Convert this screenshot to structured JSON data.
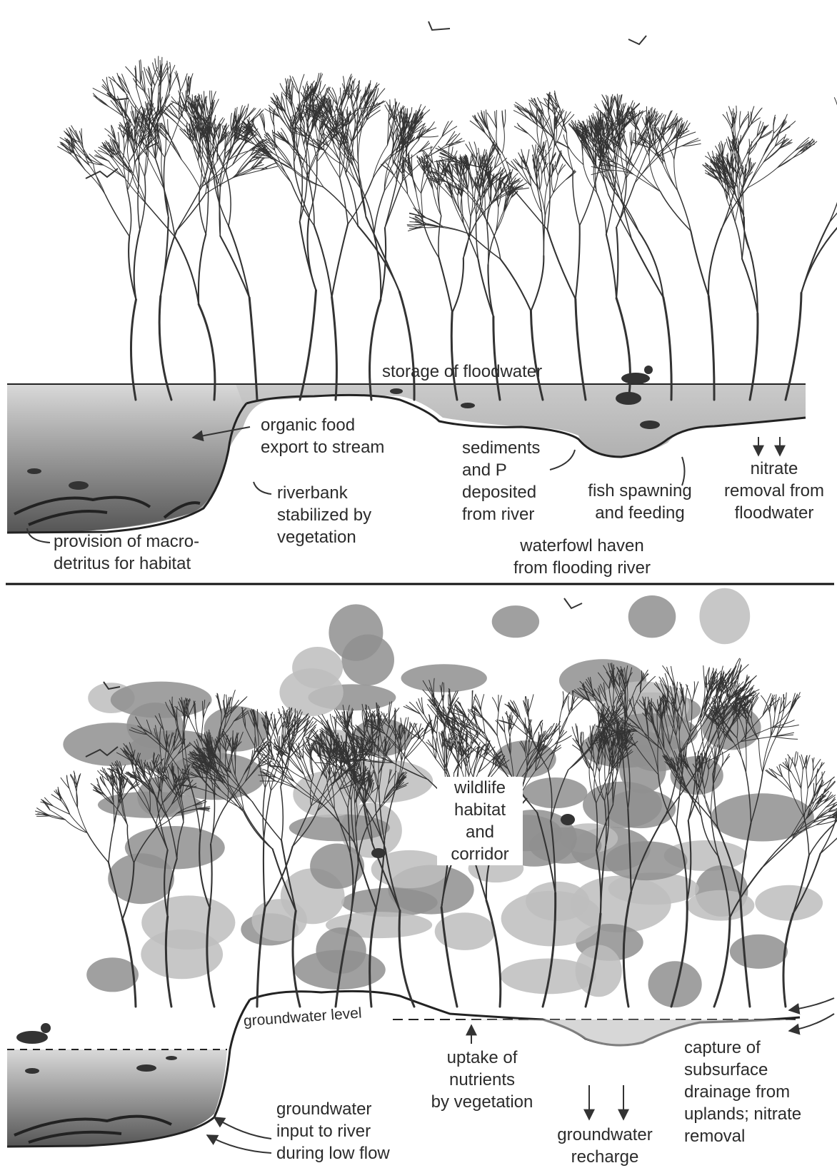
{
  "top_panel": {
    "labels": {
      "storage": "storage of floodwater",
      "organic_food": [
        "organic food",
        "export to stream"
      ],
      "sediments": [
        "sediments",
        "and P",
        "deposited",
        "from river"
      ],
      "fish": [
        "fish spawning",
        "and feeding"
      ],
      "nitrate": [
        "nitrate",
        "removal from",
        "floodwater"
      ],
      "riverbank": [
        "riverbank",
        "stabilized by",
        "vegetation"
      ],
      "macrodetritus": [
        "provision of macro-",
        "detritus for habitat"
      ],
      "waterfowl": [
        "waterfowl haven",
        "from flooding river"
      ]
    }
  },
  "bottom_panel": {
    "labels": {
      "wildlife": [
        "wildlife",
        "habitat",
        "and",
        "corridor"
      ],
      "groundwater_level": "groundwater level",
      "uptake": [
        "uptake of",
        "nutrients",
        "by vegetation"
      ],
      "capture": [
        "capture of",
        "subsurface",
        "drainage from",
        "uplands; nitrate",
        "removal"
      ],
      "input": [
        "groundwater",
        "input to river",
        "during low flow"
      ],
      "recharge": [
        "groundwater",
        "recharge"
      ]
    }
  },
  "colors": {
    "line": "#333333",
    "water_dark": "#6e6e6e",
    "water_light": "#c9c9c9",
    "canopy_dark": "#8f8f8f",
    "canopy_light": "#bdbdbd"
  }
}
